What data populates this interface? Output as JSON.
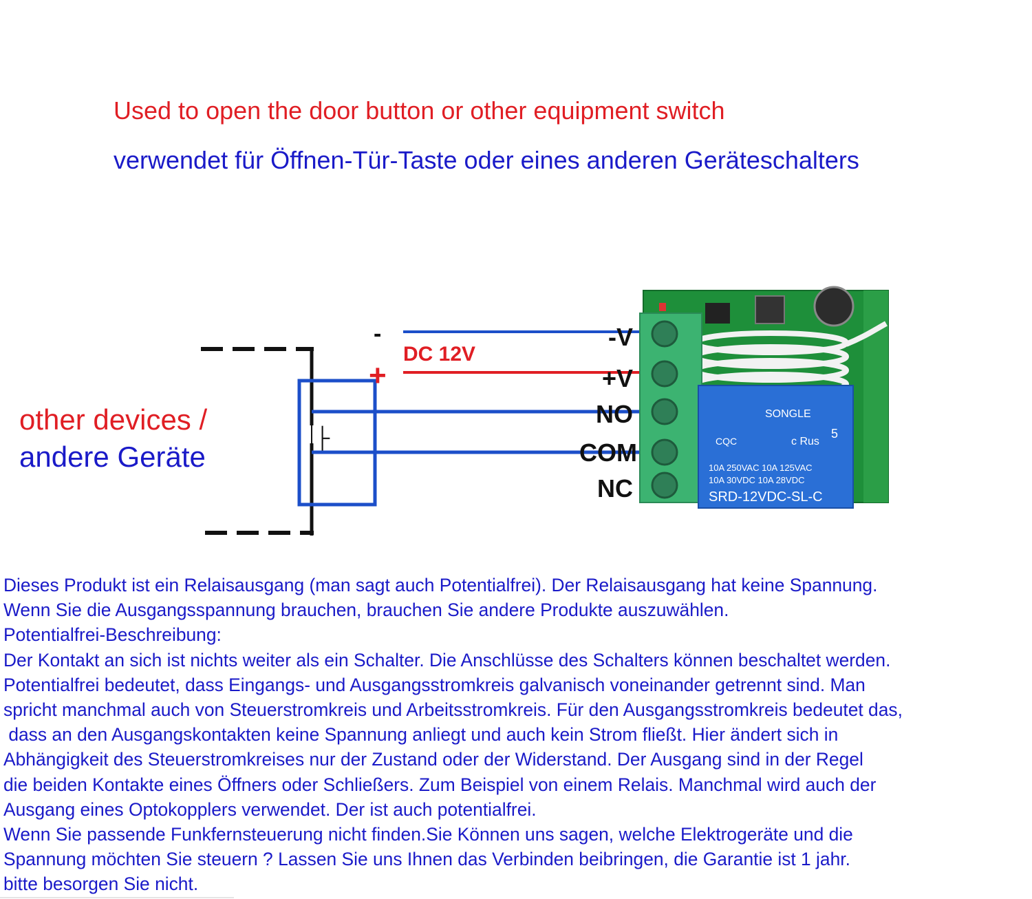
{
  "title_en": "Used to open the door button or other equipment switch",
  "title_de": "verwendet für Öffnen-Tür-Taste oder eines anderen Geräteschalters",
  "device_label": {
    "en": "other devices /",
    "de": "andere Geräte"
  },
  "power": {
    "minus_sign": "-",
    "plus_sign": "+",
    "voltage": "DC 12V"
  },
  "terminals": [
    "-V",
    "+V",
    "NO",
    "COM",
    "NC"
  ],
  "relay": {
    "brand": "SONGLE",
    "cert_left": "CQC",
    "cert_right": "c Rus",
    "rating_number": "5",
    "rating_ac": "10A 250VAC  10A 125VAC",
    "rating_dc": "10A  30VDC  10A  28VDC",
    "model": "SRD-12VDC-SL-C"
  },
  "switch_symbol": "├",
  "colors": {
    "red": "#e01e24",
    "blue": "#1a1ac8",
    "wire_blue": "#1c4fc9",
    "pcb_green": "#1e8f3a",
    "terminal_green": "#3cb371",
    "relay_blue": "#2a6fd6"
  },
  "description": [
    "Dieses Produkt ist ein Relaisausgang (man sagt auch Potentialfrei). Der Relaisausgang hat keine Spannung.",
    "Wenn Sie die Ausgangsspannung brauchen, brauchen Sie andere Produkte auszuwählen.",
    "Potentialfrei-Beschreibung:",
    "Der Kontakt an sich ist nichts weiter als ein Schalter. Die Anschlüsse des Schalters können beschaltet werden.",
    "Potentialfrei bedeutet, dass Eingangs- und Ausgangsstromkreis galvanisch voneinander getrennt sind. Man",
    "spricht manchmal auch von Steuerstromkreis und Arbeitsstromkreis. Für den Ausgangsstromkreis bedeutet das,",
    " dass an den Ausgangskontakten keine Spannung anliegt und auch kein Strom fließt. Hier ändert sich in",
    "Abhängigkeit des Steuerstromkreises nur der Zustand oder der Widerstand. Der Ausgang sind in der Regel",
    "die beiden Kontakte eines Öffners oder Schließers. Zum Beispiel von einem Relais. Manchmal wird auch der",
    "Ausgang eines Optokopplers verwendet. Der ist auch potentialfrei.",
    "Wenn Sie passende Funkfernsteuerung nicht finden.Sie Können uns sagen, welche Elektrogeräte und die",
    "Spannung möchten Sie steuern ? Lassen Sie uns Ihnen das Verbinden beibringen, die Garantie ist 1 jahr.",
    "bitte besorgen Sie nicht."
  ]
}
